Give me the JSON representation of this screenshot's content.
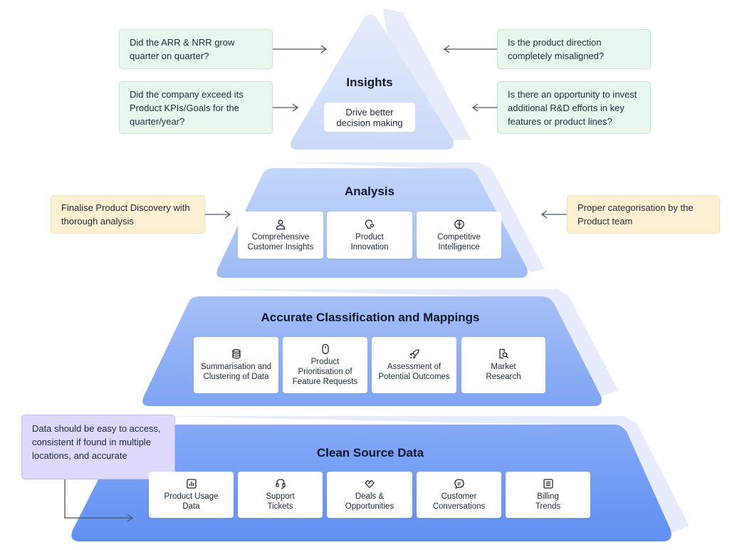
{
  "tiers": {
    "insights": {
      "title": "Insights",
      "subtitle": "Drive better\ndecision making"
    },
    "analysis": {
      "title": "Analysis",
      "cards": [
        {
          "label": "Comprehensive\nCustomer Insights",
          "icon": "person-icon"
        },
        {
          "label": "Product\nInnovation",
          "icon": "lightbulb-gear-icon"
        },
        {
          "label": "Competitive\nIntelligence",
          "icon": "brain-icon"
        }
      ]
    },
    "classification": {
      "title": "Accurate Classification and Mappings",
      "cards": [
        {
          "label": "Summarisation and\nClustering of Data",
          "icon": "database-icon"
        },
        {
          "label": "Product\nPrioritisation of\nFeature Requests",
          "icon": "mouse-icon"
        },
        {
          "label": "Assessment of\nPotential Outcomes",
          "icon": "rocket-icon"
        },
        {
          "label": "Market\nResearch",
          "icon": "search-flask-icon"
        }
      ]
    },
    "source": {
      "title": "Clean Source Data",
      "cards": [
        {
          "label": "Product Usage\nData",
          "icon": "bar-chart-icon"
        },
        {
          "label": "Support\nTickets",
          "icon": "headset-icon"
        },
        {
          "label": "Deals &\nOpportunities",
          "icon": "handshake-icon"
        },
        {
          "label": "Customer\nConversations",
          "icon": "chat-icon"
        },
        {
          "label": "Billing\nTrends",
          "icon": "list-icon"
        }
      ]
    }
  },
  "callouts": {
    "arr": "Did the ARR & NRR grow quarter on quarter?",
    "kpi": "Did the company exceed its Product KPIs/Goals for the quarter/year?",
    "direction": "Is the product direction completely misaligned?",
    "rnd": "Is there an opportunity to invest additional R&D efforts in key features or product lines?",
    "discovery": "Finalise Product Discovery with thorough analysis",
    "categorisation": "Proper categorisation by the Product team",
    "data_access": "Data should be easy to access, consistent if found in multiple locations, and accurate"
  },
  "colors": {
    "shadow": "#e6ecfb",
    "tier1": "#cddcf8",
    "tier2": "#a8c3f6",
    "tier3": "#86aaf5",
    "tier4": "#6d98f3",
    "arrow": "#4b5563"
  }
}
